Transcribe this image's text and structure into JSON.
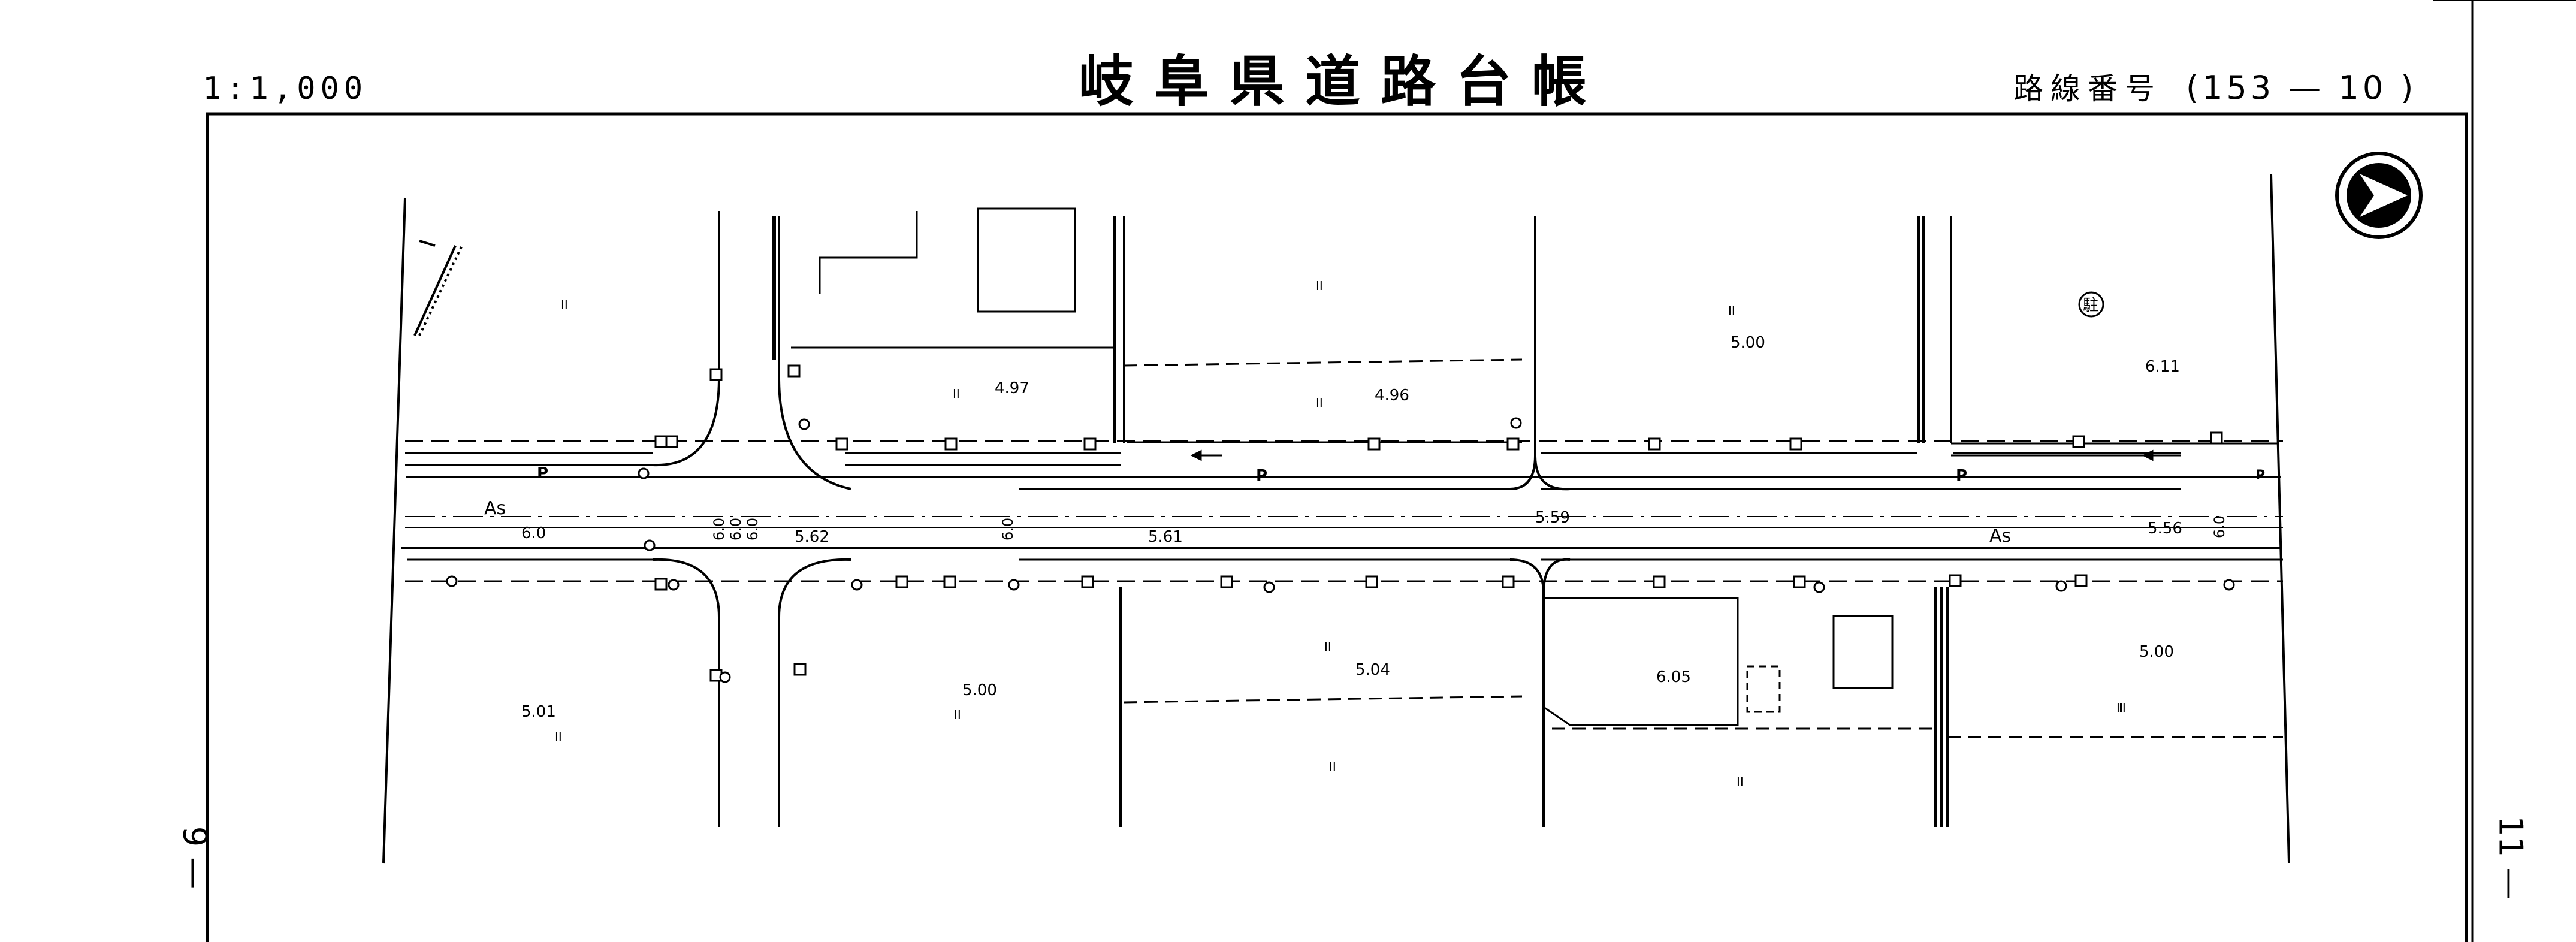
{
  "header": {
    "title": "岐阜県道路台帳",
    "scale": "1:1,000",
    "route_label": "路線番号",
    "route_number": "(153 — 10 )"
  },
  "side": {
    "left_sheet": "9 —",
    "right_sheet": "11 —"
  },
  "north_arrow": {
    "icon": "north-arrow-icon"
  },
  "map": {
    "surface_labels": [
      "As",
      "As"
    ],
    "parking_label": "P",
    "parking_sign": "駐",
    "road_width": "6.0",
    "widths_center": [
      "6.0",
      "6.0",
      "6.0"
    ],
    "elevations": {
      "e1": "5.62",
      "e2": "5.61",
      "e3": "5.59",
      "e4": "5.56",
      "e5": "6.0",
      "e6": "4.97",
      "e7": "4.96",
      "e8": "5.00",
      "e9": "6.11",
      "e10": "5.00",
      "e11": "5.04",
      "e12": "6.05",
      "e13": "5.00",
      "e14": "5.01"
    },
    "crop_marks": [
      "II",
      "II",
      "II",
      "II",
      "II",
      "II",
      "II",
      "II",
      "II",
      "II",
      "II",
      "II"
    ]
  }
}
